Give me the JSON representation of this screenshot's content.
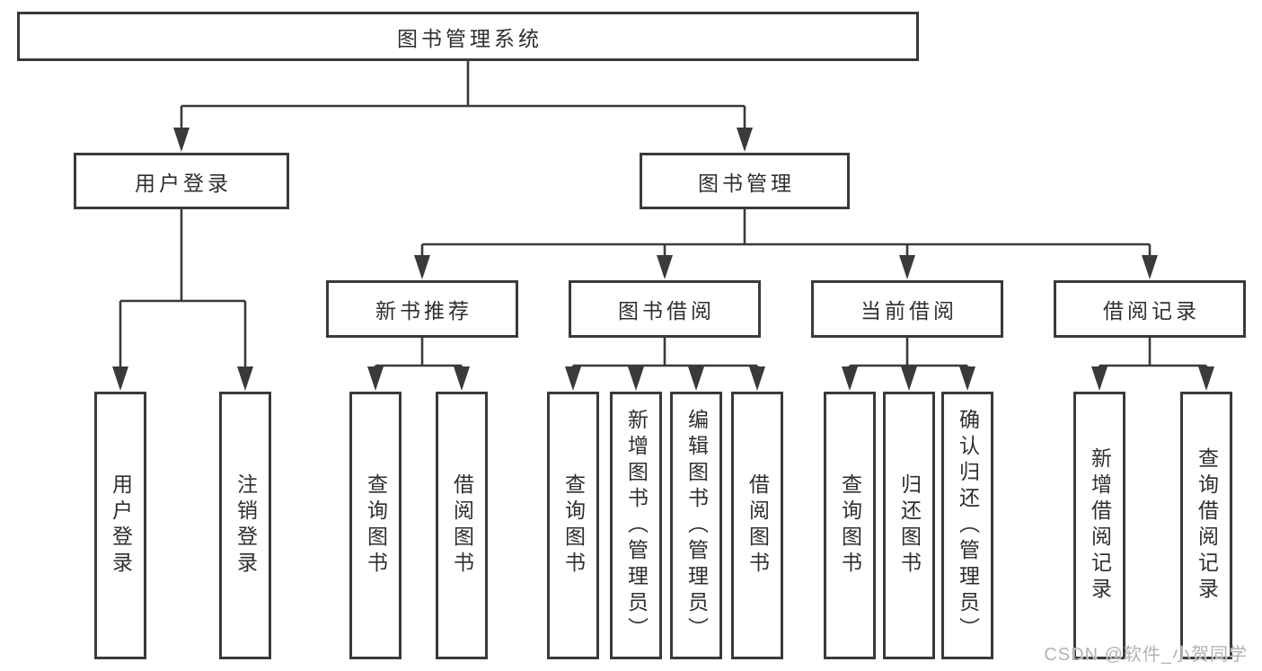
{
  "diagram_title": "图书管理系统",
  "tree": {
    "root": {
      "label": "图书管理系统"
    },
    "branches": [
      {
        "label": "用户登录",
        "children": [
          {
            "label": "用户登录"
          },
          {
            "label": "注销登录"
          }
        ]
      },
      {
        "label": "图书管理",
        "children": [
          {
            "label": "新书推荐",
            "children": [
              {
                "label": "查询图书"
              },
              {
                "label": "借阅图书"
              }
            ]
          },
          {
            "label": "图书借阅",
            "children": [
              {
                "label": "查询图书"
              },
              {
                "label": "新增图书（管理员）"
              },
              {
                "label": "编辑图书（管理员）"
              },
              {
                "label": "借阅图书"
              }
            ]
          },
          {
            "label": "当前借阅",
            "children": [
              {
                "label": "查询图书"
              },
              {
                "label": "归还图书"
              },
              {
                "label": "确认归还（管理员）"
              }
            ]
          },
          {
            "label": "借阅记录",
            "children": [
              {
                "label": "新增借阅记录"
              },
              {
                "label": "查询借阅记录"
              }
            ]
          }
        ]
      }
    ]
  },
  "watermark": {
    "text": "CSDN @软件_小贺同学"
  },
  "colors": {
    "line": "#3a3a3a",
    "text": "#2f2f2f",
    "box_background": "#ffffff",
    "watermark": "#b3b3b3"
  }
}
